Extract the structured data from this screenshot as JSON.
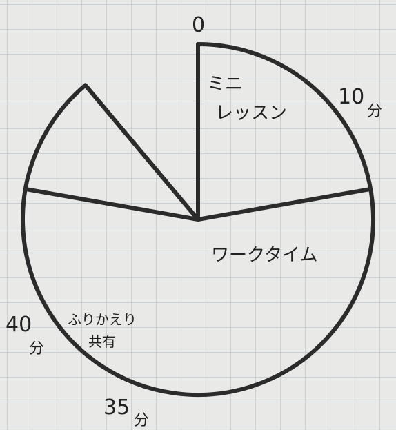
{
  "diagram": {
    "total_minutes": 45,
    "labels": {
      "start": "0",
      "m10": "10",
      "m10_unit": "分",
      "m35": "35",
      "m35_unit": "分",
      "m40": "40",
      "m40_unit": "分"
    },
    "segments": [
      {
        "start": 0,
        "end": 10,
        "lines": [
          "ミニ",
          "レッスン"
        ]
      },
      {
        "start": 10,
        "end": 35,
        "lines": [
          "ワークタイム"
        ]
      },
      {
        "start": 35,
        "end": 40,
        "lines": [
          "ふりかえり",
          "共有"
        ]
      }
    ],
    "ink_color": "#2b2b2b"
  }
}
